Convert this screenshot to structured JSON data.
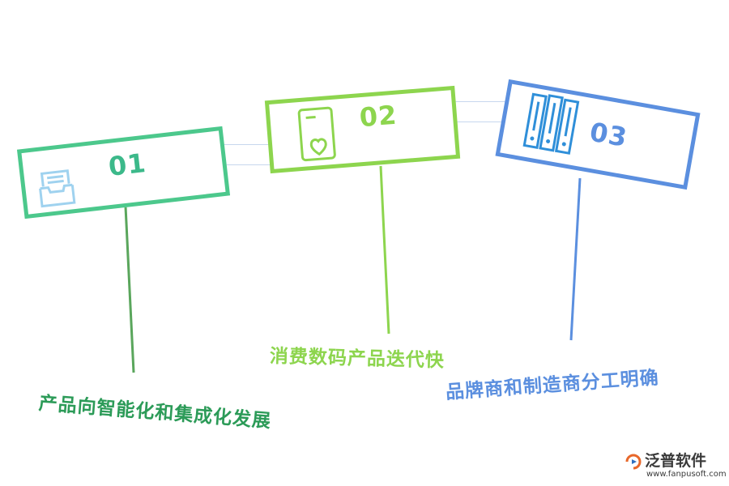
{
  "steps": [
    {
      "number": "01",
      "caption": "产品向智能化和集成化发展",
      "color": "#4cc88c",
      "icon": "inbox-tray-icon"
    },
    {
      "number": "02",
      "caption": "消费数码产品迭代快",
      "color": "#8dd54e",
      "icon": "phone-heart-icon"
    },
    {
      "number": "03",
      "caption": "品牌商和制造商分工明确",
      "color": "#5b8fdf",
      "icon": "binders-icon"
    }
  ],
  "brand": {
    "name": "泛普软件",
    "url": "www.fanpusoft.com"
  }
}
